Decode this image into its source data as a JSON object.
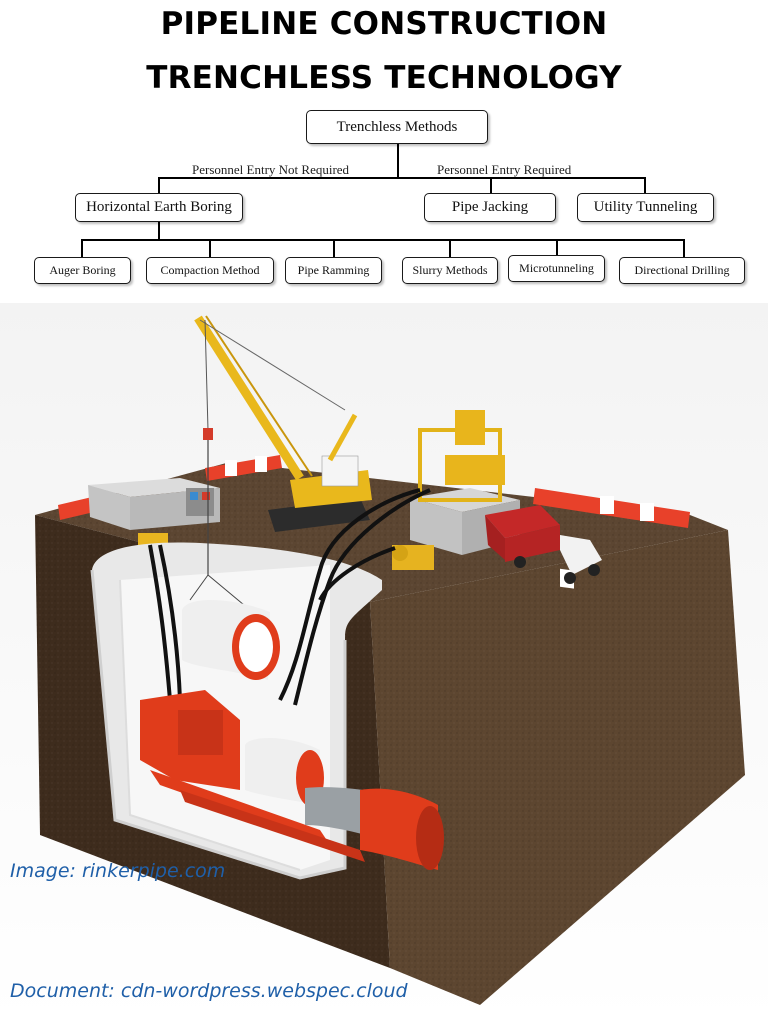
{
  "title": {
    "line1": "PIPELINE CONSTRUCTION",
    "line2": "TRENCHLESS TECHNOLOGY"
  },
  "tree": {
    "root": "Trenchless Methods",
    "branch_labels": {
      "left": "Personnel Entry Not Required",
      "right": "Personnel Entry Required"
    },
    "level1": {
      "horizontal_earth_boring": "Horizontal Earth Boring",
      "pipe_jacking": "Pipe Jacking",
      "utility_tunneling": "Utility Tunneling"
    },
    "level2": {
      "auger_boring": "Auger Boring",
      "compaction_method": "Compaction Method",
      "pipe_ramming": "Pipe Ramming",
      "slurry_methods": "Slurry Methods",
      "microtunneling": "Microtunneling",
      "directional_drilling": "Directional Drilling"
    }
  },
  "credits": {
    "image": "Image: rinkerpipe.com",
    "document": "Document: cdn-wordpress.webspec.cloud"
  },
  "colors": {
    "soil_top": "#5c4632",
    "soil_left": "#3e2c1d",
    "soil_right": "#5d4630",
    "machine_red": "#e03c1b",
    "crane_yellow": "#f0c419",
    "credit_blue": "#1f5fa8"
  }
}
